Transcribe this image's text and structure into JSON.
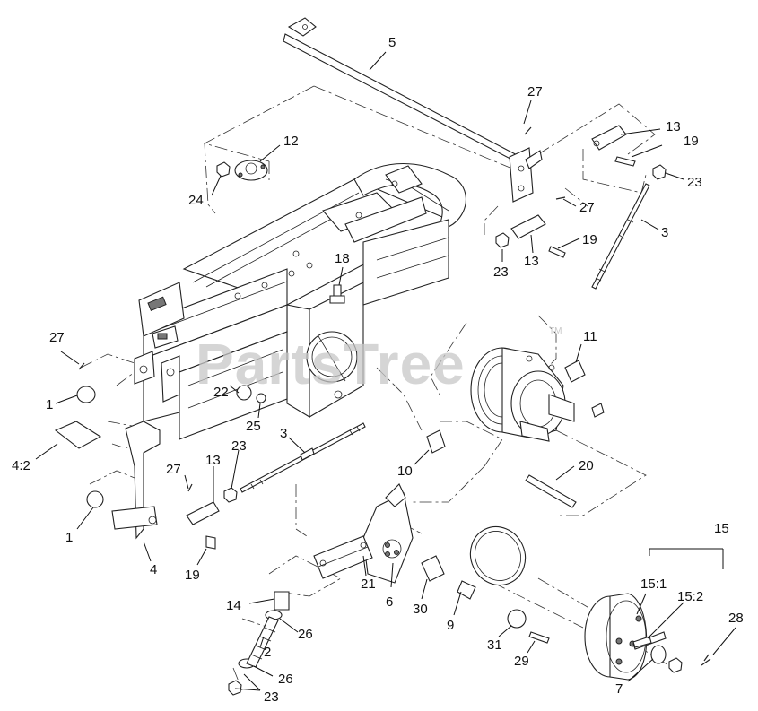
{
  "watermark": {
    "text": "PartsTree",
    "tm": "TM"
  },
  "callouts": [
    "5",
    "27",
    "13",
    "19",
    "23",
    "12",
    "24",
    "27",
    "3",
    "19",
    "23",
    "13",
    "18",
    "11",
    "27",
    "1",
    "22",
    "25",
    "4:2",
    "3",
    "23",
    "10",
    "20",
    "27",
    "13",
    "1",
    "4",
    "19",
    "15",
    "15:1",
    "15:2",
    "28",
    "14",
    "21",
    "6",
    "30",
    "9",
    "26",
    "2",
    "31",
    "29",
    "7",
    "26",
    "23"
  ]
}
